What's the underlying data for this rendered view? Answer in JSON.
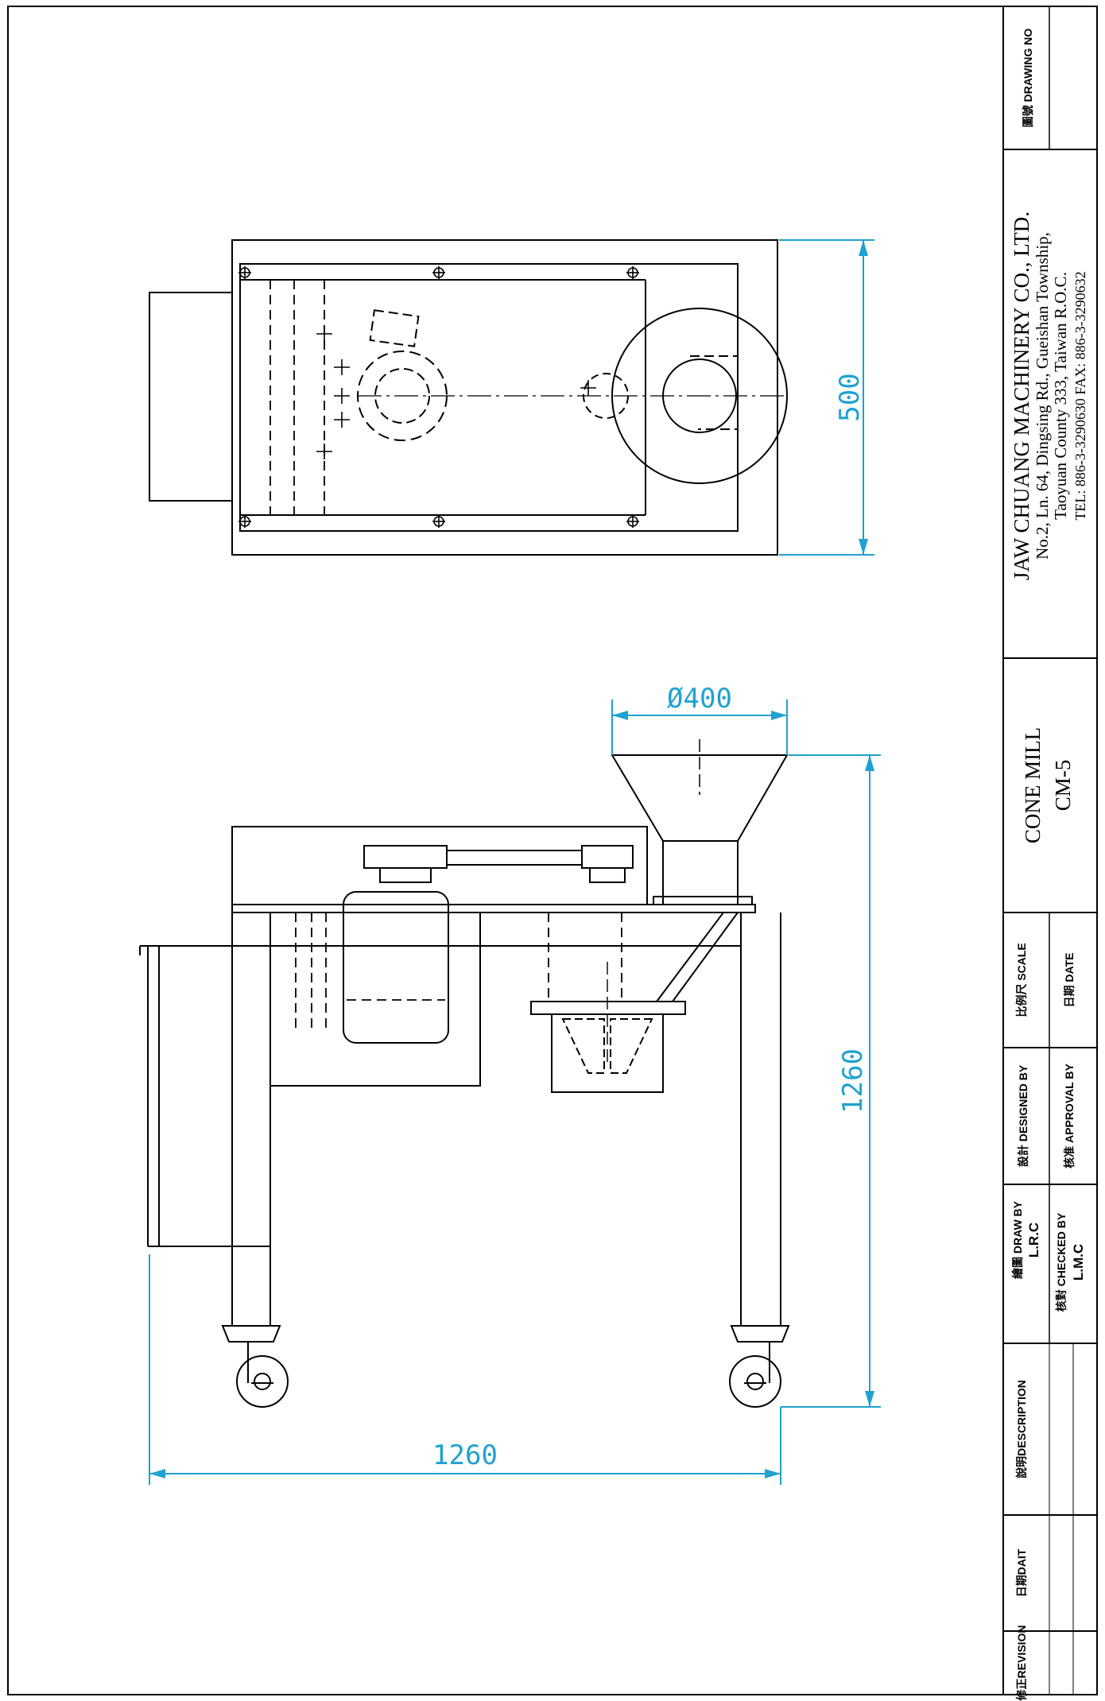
{
  "company": {
    "name": "JAW CHUANG MACHINERY CO., LTD.",
    "address_line1": "No.2, Ln. 64, Dingsing Rd., Gueishan Township,",
    "address_line2": "Taoyuan County 333, Taiwan R.O.C.",
    "contact": "TEL: 886-3-3290630     FAX: 886-3-3290632"
  },
  "title_block": {
    "drawing_no_label": "圖號 DRAWING NO",
    "drawing_no_value": "",
    "product_name": "CONE MILL",
    "model": "CM-5",
    "scale_label": "比例尺 SCALE",
    "scale_value": "",
    "date_label": "日期 DATE",
    "date_value": "",
    "designed_by_label": "設計 DESIGNED BY",
    "designed_by_value": "",
    "approval_by_label": "核准 APPROVAL BY",
    "approval_by_value": "",
    "draw_by_label": "繪圖 DRAW BY",
    "draw_by_value": "L.R.C",
    "checked_by_label": "核對 CHECKED BY",
    "checked_by_value": "L.M.C",
    "description_label": "說明DESCRIPTION",
    "date_rev_label": "日期DAIT",
    "revision_label": "修正REVISION"
  },
  "dimensions": {
    "top_view_depth": "500",
    "hopper_diameter": "Ø400",
    "overall_height": "1260",
    "overall_width": "1260"
  },
  "colors": {
    "line": "#000000",
    "dimension": "#1fa2d0",
    "paper": "#ffffff"
  }
}
